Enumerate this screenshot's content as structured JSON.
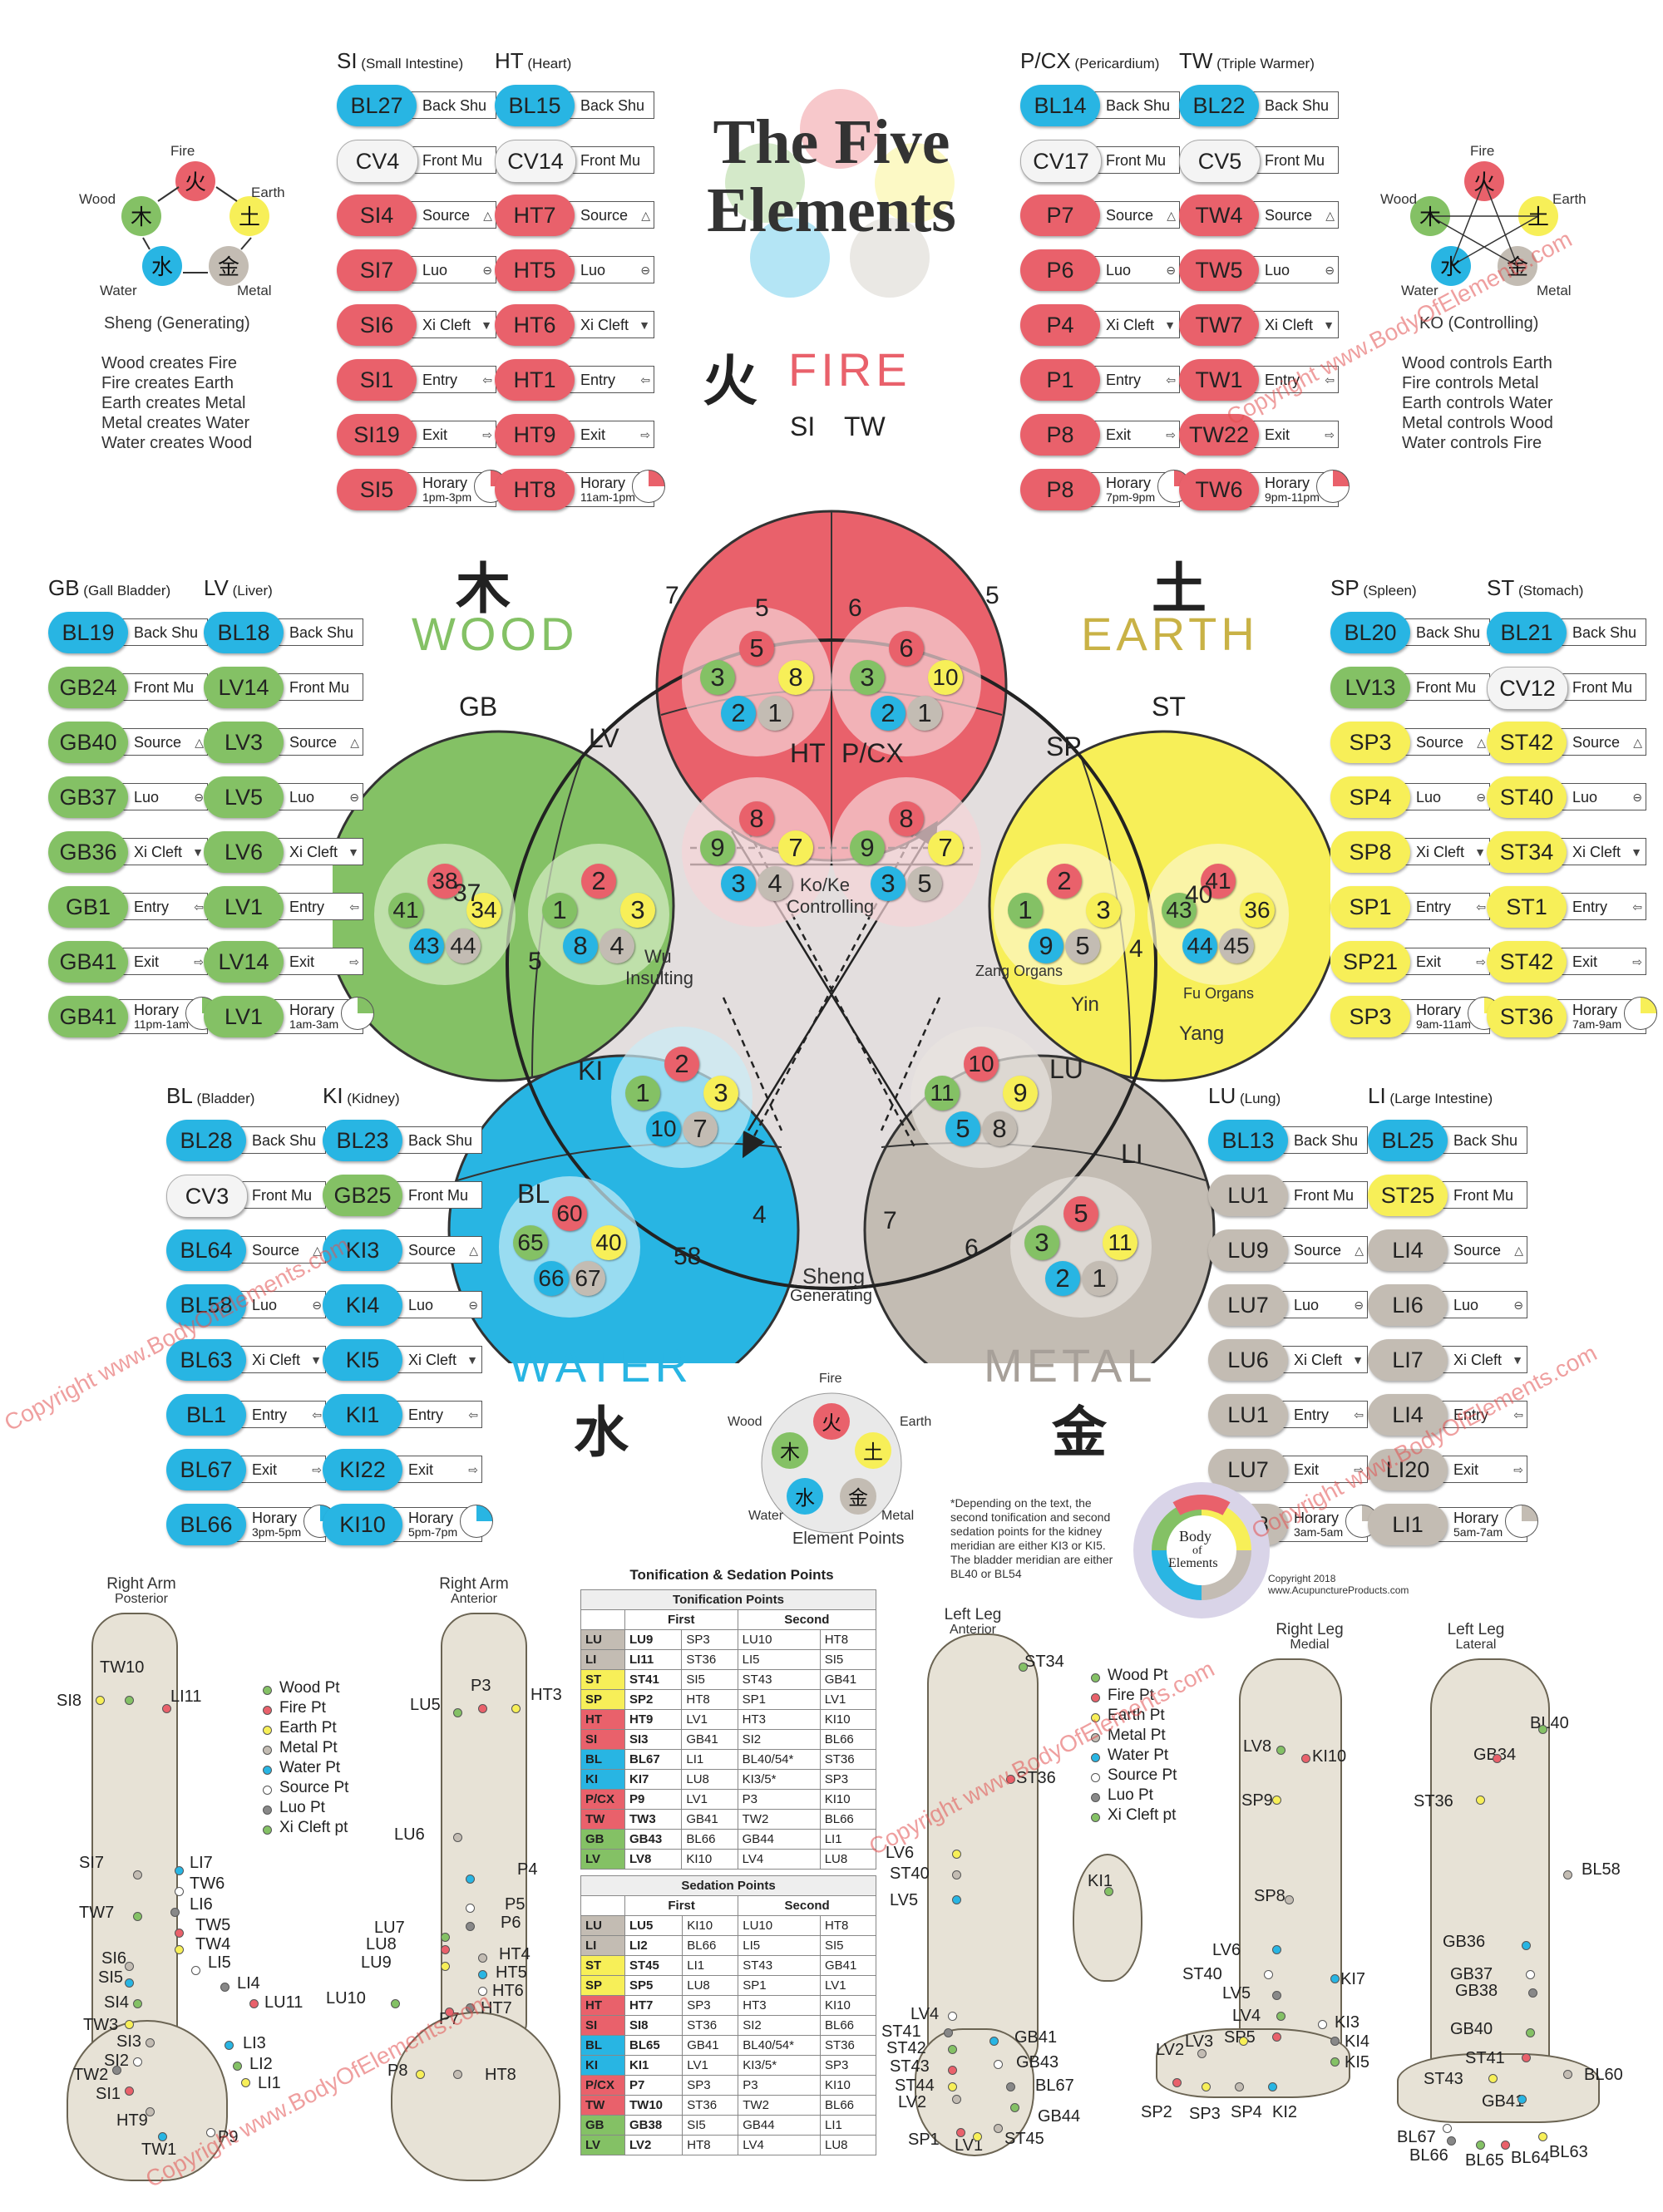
{
  "title": {
    "line1": "The Five",
    "line2": "Elements"
  },
  "colors": {
    "fire": "#e9616b",
    "wood": "#84c165",
    "earth": "#f7ef58",
    "metal": "#c3bcb3",
    "water": "#28b5e3",
    "ring": "#e3dede"
  },
  "elements": {
    "fire": {
      "name": "FIRE",
      "glyph": "火"
    },
    "earth": {
      "name": "EARTH",
      "glyph": "土"
    },
    "metal": {
      "name": "METAL",
      "glyph": "金"
    },
    "water": {
      "name": "WATER",
      "glyph": "水"
    },
    "wood": {
      "name": "WOOD",
      "glyph": "木"
    }
  },
  "sheng_cycle": {
    "title": "Sheng (Generating)",
    "labels": [
      "Fire",
      "Earth",
      "Metal",
      "Water",
      "Wood"
    ],
    "lines": [
      "Wood creates Fire",
      "Fire creates Earth",
      "Earth creates Metal",
      "Metal creates Water",
      "Water creates Wood"
    ]
  },
  "ko_cycle": {
    "title": "KO (Controlling)",
    "labels": [
      "Fire",
      "Earth",
      "Metal",
      "Water",
      "Wood"
    ],
    "lines": [
      "Wood controls Earth",
      "Fire controls Metal",
      "Earth controls Water",
      "Metal controls Wood",
      "Water controls Fire"
    ]
  },
  "element_points": {
    "title": "Element Points",
    "labels": [
      "Fire",
      "Earth",
      "Metal",
      "Water",
      "Wood"
    ]
  },
  "diagram": {
    "ko_label": "Ko/Ke",
    "ko_sub": "Controlling",
    "wu_label": "Wu",
    "wu_sub": "Insulting",
    "sheng_label": "Sheng",
    "sheng_sub": "Generating",
    "zang": "Zang Organs",
    "fu": "Fu Organs",
    "yin": "Yin",
    "yang": "Yang",
    "circles": {
      "si": {
        "label": "SI",
        "nums": [
          "5",
          "3",
          "8",
          "2",
          "1"
        ]
      },
      "tw": {
        "label": "TW",
        "nums": [
          "6",
          "3",
          "10",
          "2",
          "1"
        ]
      },
      "ht": {
        "label": "HT",
        "nums": [
          "8",
          "9",
          "7",
          "3",
          "4"
        ]
      },
      "pcx": {
        "label": "P/CX",
        "nums": [
          "8",
          "9",
          "7",
          "3",
          "5"
        ]
      },
      "gb": {
        "label": "GB",
        "nums": [
          "38",
          "41",
          "34",
          "43",
          "44"
        ]
      },
      "lv": {
        "label": "LV",
        "nums": [
          "2",
          "1",
          "3",
          "8",
          "4"
        ]
      },
      "sp": {
        "label": "SP",
        "nums": [
          "2",
          "1",
          "3",
          "9",
          "5"
        ]
      },
      "st": {
        "label": "ST",
        "nums": [
          "41",
          "43",
          "36",
          "44",
          "45"
        ]
      },
      "ki": {
        "label": "KI",
        "nums": [
          "2",
          "1",
          "3",
          "10",
          "7"
        ]
      },
      "bl": {
        "label": "BL",
        "nums": [
          "60",
          "65",
          "40",
          "66",
          "67"
        ]
      },
      "lu": {
        "label": "LU",
        "nums": [
          "10",
          "11",
          "9",
          "5",
          "8"
        ]
      },
      "li": {
        "label": "LI",
        "nums": [
          "5",
          "3",
          "11",
          "2",
          "1"
        ]
      }
    },
    "numbers": [
      "7",
      "5",
      "6",
      "5",
      "37",
      "5",
      "40",
      "4",
      "4",
      "58",
      "7",
      "6"
    ]
  },
  "meridian_columns": [
    {
      "key": "si",
      "head": "SI",
      "sub": "(Small Intestine)",
      "rows": [
        [
          "BL27",
          "Back Shu",
          "water"
        ],
        [
          "CV4",
          "Front Mu",
          "white"
        ],
        [
          "SI4",
          "Source",
          "fire"
        ],
        [
          "SI7",
          "Luo",
          "fire"
        ],
        [
          "SI6",
          "Xi Cleft",
          "fire"
        ],
        [
          "SI1",
          "Entry",
          "fire"
        ],
        [
          "SI19",
          "Exit",
          "fire"
        ],
        [
          "SI5",
          "Horary",
          "fire"
        ]
      ],
      "horary": "1pm-3pm"
    },
    {
      "key": "ht",
      "head": "HT",
      "sub": "(Heart)",
      "rows": [
        [
          "BL15",
          "Back Shu",
          "water"
        ],
        [
          "CV14",
          "Front Mu",
          "white"
        ],
        [
          "HT7",
          "Source",
          "fire"
        ],
        [
          "HT5",
          "Luo",
          "fire"
        ],
        [
          "HT6",
          "Xi Cleft",
          "fire"
        ],
        [
          "HT1",
          "Entry",
          "fire"
        ],
        [
          "HT9",
          "Exit",
          "fire"
        ],
        [
          "HT8",
          "Horary",
          "fire"
        ]
      ],
      "horary": "11am-1pm"
    },
    {
      "key": "pc",
      "head": "P/CX",
      "sub": "(Pericardium)",
      "rows": [
        [
          "BL14",
          "Back Shu",
          "water"
        ],
        [
          "CV17",
          "Front Mu",
          "white"
        ],
        [
          "P7",
          "Source",
          "fire"
        ],
        [
          "P6",
          "Luo",
          "fire"
        ],
        [
          "P4",
          "Xi Cleft",
          "fire"
        ],
        [
          "P1",
          "Entry",
          "fire"
        ],
        [
          "P8",
          "Exit",
          "fire"
        ],
        [
          "P8",
          "Horary",
          "fire"
        ]
      ],
      "horary": "7pm-9pm"
    },
    {
      "key": "tw",
      "head": "TW",
      "sub": "(Triple Warmer)",
      "rows": [
        [
          "BL22",
          "Back Shu",
          "water"
        ],
        [
          "CV5",
          "Front Mu",
          "white"
        ],
        [
          "TW4",
          "Source",
          "fire"
        ],
        [
          "TW5",
          "Luo",
          "fire"
        ],
        [
          "TW7",
          "Xi Cleft",
          "fire"
        ],
        [
          "TW1",
          "Entry",
          "fire"
        ],
        [
          "TW22",
          "Exit",
          "fire"
        ],
        [
          "TW6",
          "Horary",
          "fire"
        ]
      ],
      "horary": "9pm-11pm"
    },
    {
      "key": "gb",
      "head": "GB",
      "sub": "(Gall Bladder)",
      "rows": [
        [
          "BL19",
          "Back Shu",
          "water"
        ],
        [
          "GB24",
          "Front Mu",
          "wood"
        ],
        [
          "GB40",
          "Source",
          "wood"
        ],
        [
          "GB37",
          "Luo",
          "wood"
        ],
        [
          "GB36",
          "Xi Cleft",
          "wood"
        ],
        [
          "GB1",
          "Entry",
          "wood"
        ],
        [
          "GB41",
          "Exit",
          "wood"
        ],
        [
          "GB41",
          "Horary",
          "wood"
        ]
      ],
      "horary": "11pm-1am"
    },
    {
      "key": "lv",
      "head": "LV",
      "sub": "(Liver)",
      "rows": [
        [
          "BL18",
          "Back Shu",
          "water"
        ],
        [
          "LV14",
          "Front Mu",
          "wood"
        ],
        [
          "LV3",
          "Source",
          "wood"
        ],
        [
          "LV5",
          "Luo",
          "wood"
        ],
        [
          "LV6",
          "Xi Cleft",
          "wood"
        ],
        [
          "LV1",
          "Entry",
          "wood"
        ],
        [
          "LV14",
          "Exit",
          "wood"
        ],
        [
          "LV1",
          "Horary",
          "wood"
        ]
      ],
      "horary": "1am-3am"
    },
    {
      "key": "sp",
      "head": "SP",
      "sub": "(Spleen)",
      "rows": [
        [
          "BL20",
          "Back Shu",
          "water"
        ],
        [
          "LV13",
          "Front Mu",
          "wood"
        ],
        [
          "SP3",
          "Source",
          "earth"
        ],
        [
          "SP4",
          "Luo",
          "earth"
        ],
        [
          "SP8",
          "Xi Cleft",
          "earth"
        ],
        [
          "SP1",
          "Entry",
          "earth"
        ],
        [
          "SP21",
          "Exit",
          "earth"
        ],
        [
          "SP3",
          "Horary",
          "earth"
        ]
      ],
      "horary": "9am-11am"
    },
    {
      "key": "st",
      "head": "ST",
      "sub": "(Stomach)",
      "rows": [
        [
          "BL21",
          "Back Shu",
          "water"
        ],
        [
          "CV12",
          "Front Mu",
          "white"
        ],
        [
          "ST42",
          "Source",
          "earth"
        ],
        [
          "ST40",
          "Luo",
          "earth"
        ],
        [
          "ST34",
          "Xi Cleft",
          "earth"
        ],
        [
          "ST1",
          "Entry",
          "earth"
        ],
        [
          "ST42",
          "Exit",
          "earth"
        ],
        [
          "ST36",
          "Horary",
          "earth"
        ]
      ],
      "horary": "7am-9am"
    },
    {
      "key": "bl",
      "head": "BL",
      "sub": "(Bladder)",
      "rows": [
        [
          "BL28",
          "Back Shu",
          "water"
        ],
        [
          "CV3",
          "Front Mu",
          "white"
        ],
        [
          "BL64",
          "Source",
          "water"
        ],
        [
          "BL58",
          "Luo",
          "water"
        ],
        [
          "BL63",
          "Xi Cleft",
          "water"
        ],
        [
          "BL1",
          "Entry",
          "water"
        ],
        [
          "BL67",
          "Exit",
          "water"
        ],
        [
          "BL66",
          "Horary",
          "water"
        ]
      ],
      "horary": "3pm-5pm"
    },
    {
      "key": "ki",
      "head": "KI",
      "sub": "(Kidney)",
      "rows": [
        [
          "BL23",
          "Back Shu",
          "water"
        ],
        [
          "GB25",
          "Front Mu",
          "wood"
        ],
        [
          "KI3",
          "Source",
          "water"
        ],
        [
          "KI4",
          "Luo",
          "water"
        ],
        [
          "KI5",
          "Xi Cleft",
          "water"
        ],
        [
          "KI1",
          "Entry",
          "water"
        ],
        [
          "KI22",
          "Exit",
          "water"
        ],
        [
          "KI10",
          "Horary",
          "water"
        ]
      ],
      "horary": "5pm-7pm"
    },
    {
      "key": "lu",
      "head": "LU",
      "sub": "(Lung)",
      "rows": [
        [
          "BL13",
          "Back Shu",
          "water"
        ],
        [
          "LU1",
          "Front Mu",
          "metal"
        ],
        [
          "LU9",
          "Source",
          "metal"
        ],
        [
          "LU7",
          "Luo",
          "metal"
        ],
        [
          "LU6",
          "Xi Cleft",
          "metal"
        ],
        [
          "LU1",
          "Entry",
          "metal"
        ],
        [
          "LU7",
          "Exit",
          "metal"
        ],
        [
          "LU8",
          "Horary",
          "metal"
        ]
      ],
      "horary": "3am-5am"
    },
    {
      "key": "li",
      "head": "LI",
      "sub": "(Large Intestine)",
      "rows": [
        [
          "BL25",
          "Back Shu",
          "water"
        ],
        [
          "ST25",
          "Front Mu",
          "earth"
        ],
        [
          "LI4",
          "Source",
          "metal"
        ],
        [
          "LI6",
          "Luo",
          "metal"
        ],
        [
          "LI7",
          "Xi Cleft",
          "metal"
        ],
        [
          "LI4",
          "Entry",
          "metal"
        ],
        [
          "LI20",
          "Exit",
          "metal"
        ],
        [
          "LI1",
          "Horary",
          "metal"
        ]
      ],
      "horary": "5am-7am"
    }
  ],
  "footnote": "*Depending on the text, the second tonification and second sedation points for the kidney meridian are either KI3 or KI5. The bladder meridian are either BL40 or BL54",
  "logo": {
    "l1": "Body",
    "l2": "of",
    "l3": "Elements",
    "copy1": "Copyright 2018",
    "copy2": "www.AcupunctureProducts.com"
  },
  "table": {
    "title": "Tonification & Sedation Points",
    "ton_head": "Tonification Points",
    "sed_head": "Sedation Points",
    "first": "First",
    "second": "Second",
    "ton_rows": [
      [
        "LU",
        "LU9",
        "SP3",
        "LU10",
        "HT8"
      ],
      [
        "LI",
        "LI11",
        "ST36",
        "LI5",
        "SI5"
      ],
      [
        "ST",
        "ST41",
        "SI5",
        "ST43",
        "GB41"
      ],
      [
        "SP",
        "SP2",
        "HT8",
        "SP1",
        "LV1"
      ],
      [
        "HT",
        "HT9",
        "LV1",
        "HT3",
        "KI10"
      ],
      [
        "SI",
        "SI3",
        "GB41",
        "SI2",
        "BL66"
      ],
      [
        "BL",
        "BL67",
        "LI1",
        "BL40/54*",
        "ST36"
      ],
      [
        "KI",
        "KI7",
        "LU8",
        "KI3/5*",
        "SP3"
      ],
      [
        "P/CX",
        "P9",
        "LV1",
        "P3",
        "KI10"
      ],
      [
        "TW",
        "TW3",
        "GB41",
        "TW2",
        "BL66"
      ],
      [
        "GB",
        "GB43",
        "BL66",
        "GB44",
        "LI1"
      ],
      [
        "LV",
        "LV8",
        "KI10",
        "LV4",
        "LU8"
      ]
    ],
    "sed_rows": [
      [
        "LU",
        "LU5",
        "KI10",
        "LU10",
        "HT8"
      ],
      [
        "LI",
        "LI2",
        "BL66",
        "LI5",
        "SI5"
      ],
      [
        "ST",
        "ST45",
        "LI1",
        "ST43",
        "GB41"
      ],
      [
        "SP",
        "SP5",
        "LU8",
        "SP1",
        "LV1"
      ],
      [
        "HT",
        "HT7",
        "SP3",
        "HT3",
        "KI10"
      ],
      [
        "SI",
        "SI8",
        "ST36",
        "SI2",
        "BL66"
      ],
      [
        "BL",
        "BL65",
        "GB41",
        "BL40/54*",
        "ST36"
      ],
      [
        "KI",
        "KI1",
        "LV1",
        "KI3/5*",
        "SP3"
      ],
      [
        "P/CX",
        "P7",
        "SP3",
        "P3",
        "KI10"
      ],
      [
        "TW",
        "TW10",
        "ST36",
        "TW2",
        "BL66"
      ],
      [
        "GB",
        "GB38",
        "SI5",
        "GB44",
        "LI1"
      ],
      [
        "LV",
        "LV2",
        "HT8",
        "LV4",
        "LU8"
      ]
    ]
  },
  "legend_arm": [
    "Wood Pt",
    "Fire Pt",
    "Earth Pt",
    "Metal Pt",
    "Water Pt",
    "Source Pt",
    "Luo Pt",
    "Xi Cleft pt"
  ],
  "legend_leg": [
    "Wood Pt",
    "Fire Pt",
    "Earth Pt",
    "Metal Pt",
    "Water Pt",
    "Source Pt",
    "Luo Pt",
    "Xi Cleft pt"
  ],
  "figures": {
    "right_arm_post": {
      "title": "Right Arm",
      "sub": "Posterior",
      "points": [
        "TW10",
        "LI11",
        "SI8",
        "SI7",
        "LI7",
        "TW6",
        "LI6",
        "TW7",
        "TW5",
        "TW4",
        "SI6",
        "SI5",
        "LI5",
        "LI4",
        "SI4",
        "LU11",
        "TW3",
        "SI3",
        "LI3",
        "SI2",
        "TW2",
        "LI2",
        "SI1",
        "LI1",
        "HT9",
        "TW1",
        "P9"
      ]
    },
    "right_arm_ant": {
      "title": "Right Arm",
      "sub": "Anterior",
      "points": [
        "LU5",
        "P3",
        "HT3",
        "LU6",
        "P4",
        "P5",
        "P6",
        "LU7",
        "LU8",
        "LU9",
        "HT4",
        "HT5",
        "HT6",
        "HT7",
        "LU10",
        "P7",
        "P8",
        "HT8"
      ]
    },
    "left_leg_ant": {
      "title": "Left Leg",
      "sub": "Anterior",
      "points": [
        "ST34",
        "ST36",
        "LV6",
        "ST40",
        "LV5",
        "LV4",
        "ST41",
        "ST42",
        "ST43",
        "ST44",
        "LV2",
        "GB41",
        "GB43",
        "BL67",
        "GB44",
        "SP1",
        "LV1",
        "ST45"
      ]
    },
    "foot": {
      "points": [
        "KI1"
      ]
    },
    "right_leg_med": {
      "title": "Right Leg",
      "sub": "Medial",
      "points": [
        "LV8",
        "KI10",
        "SP9",
        "SP8",
        "LV6",
        "ST40",
        "LV5",
        "LV4",
        "SP5",
        "LV3",
        "LV2",
        "KI7",
        "KI3",
        "KI4",
        "KI5",
        "SP2",
        "SP3",
        "SP4",
        "KI2"
      ]
    },
    "left_leg_lat": {
      "title": "Left Leg",
      "sub": "Lateral",
      "points": [
        "BL40",
        "GB34",
        "ST36",
        "BL58",
        "GB36",
        "GB37",
        "GB38",
        "GB40",
        "ST41",
        "ST43",
        "BL60",
        "GB41",
        "BL67",
        "BL66",
        "BL65",
        "BL64",
        "BL63"
      ]
    }
  },
  "watermark": "Copyright www.BodyOfElements.com"
}
